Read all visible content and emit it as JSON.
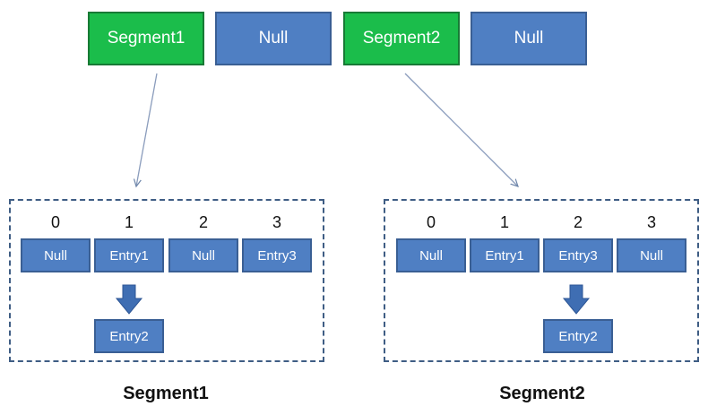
{
  "top_row": [
    "Segment1",
    "Null",
    "Segment2",
    "Null"
  ],
  "segment1": {
    "indices": [
      "0",
      "1",
      "2",
      "3"
    ],
    "cells": [
      "Null",
      "Entry1",
      "Null",
      "Entry3"
    ],
    "chain": "Entry2",
    "caption": "Segment1"
  },
  "segment2": {
    "indices": [
      "0",
      "1",
      "2",
      "3"
    ],
    "cells": [
      "Null",
      "Entry1",
      "Entry3",
      "Null"
    ],
    "chain": "Entry2",
    "caption": "Segment2"
  },
  "colors": {
    "segment_green": "#1bbd4b",
    "null_blue": "#4f7fc3",
    "panel_border": "#3f5d84"
  }
}
